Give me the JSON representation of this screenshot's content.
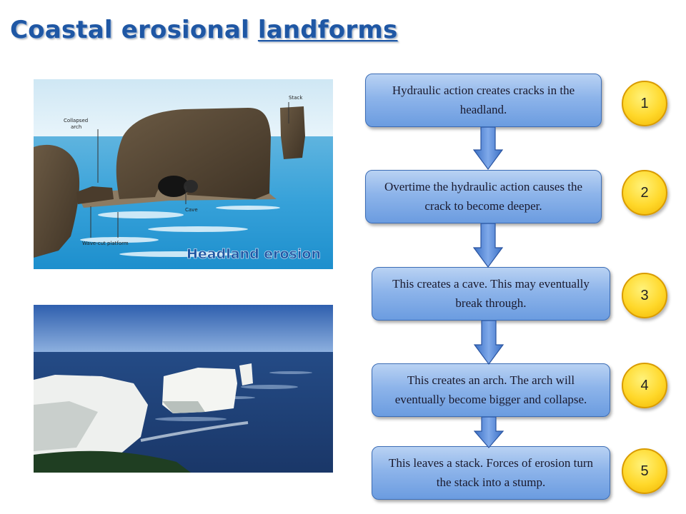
{
  "title": {
    "part1": "Coastal erosional ",
    "part2": "landforms"
  },
  "diagram": {
    "caption": "Headland erosion",
    "labels": {
      "stack": "Stack",
      "collapsed_arch_1": "Collapsed",
      "collapsed_arch_2": "arch",
      "cave": "Cave",
      "platform": "Wave-cut platform"
    }
  },
  "steps": [
    {
      "number": "1",
      "text": "Hydraulic action creates cracks in the headland."
    },
    {
      "number": "2",
      "text": "Overtime the hydraulic action causes the crack to become deeper."
    },
    {
      "number": "3",
      "text": "This creates a cave. This may eventually break through."
    },
    {
      "number": "4",
      "text": "This creates an arch. The arch will eventually become bigger and collapse."
    },
    {
      "number": "5",
      "text": "This leaves a stack. Forces of erosion turn the stack into a stump."
    }
  ],
  "colors": {
    "title": "#1f57a4",
    "box": "#8db4ea",
    "badge": "#ffd82a",
    "caption": "#1f57a4"
  }
}
